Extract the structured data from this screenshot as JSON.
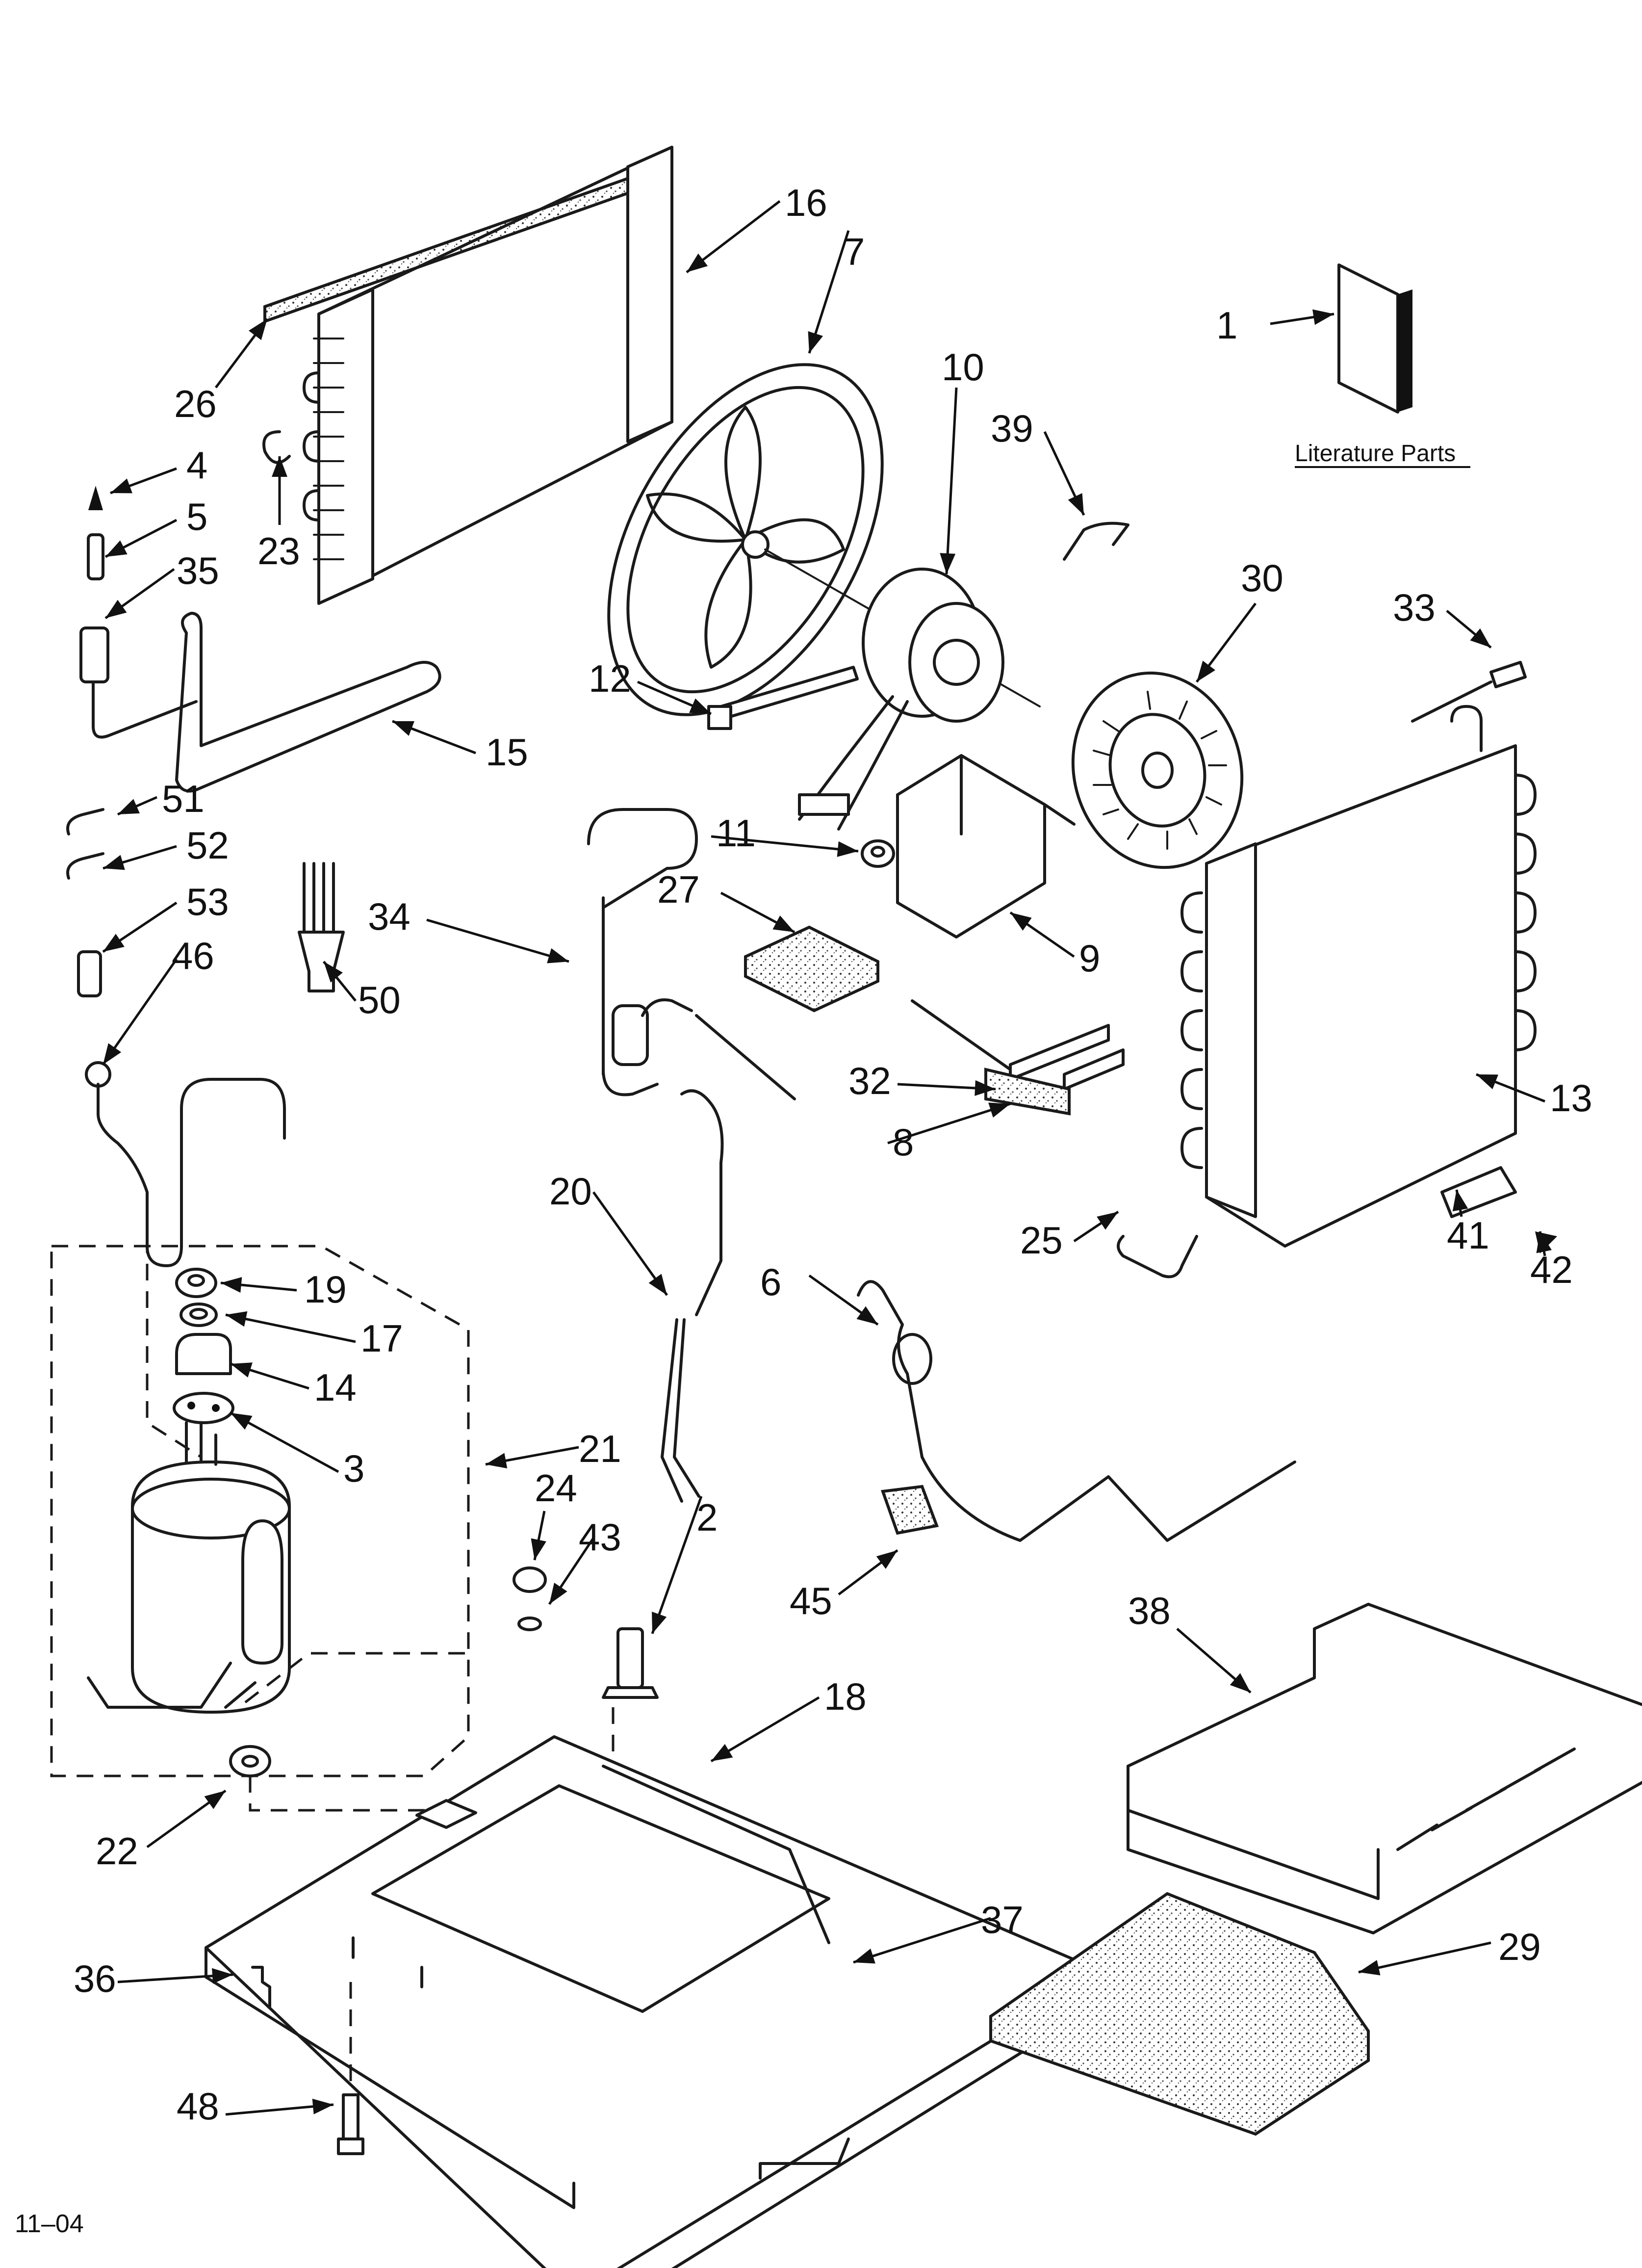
{
  "diagram": {
    "revision": "11–04",
    "caption": "Literature Parts",
    "callouts": [
      "1",
      "2",
      "3",
      "4",
      "5",
      "6",
      "7",
      "8",
      "9",
      "10",
      "11",
      "12",
      "13",
      "14",
      "15",
      "16",
      "17",
      "18",
      "19",
      "20",
      "21",
      "22",
      "23",
      "24",
      "25",
      "26",
      "27",
      "29",
      "30",
      "32",
      "33",
      "34",
      "35",
      "36",
      "37",
      "38",
      "39",
      "41",
      "42",
      "43",
      "45",
      "46",
      "48",
      "50",
      "51",
      "52",
      "53"
    ]
  }
}
